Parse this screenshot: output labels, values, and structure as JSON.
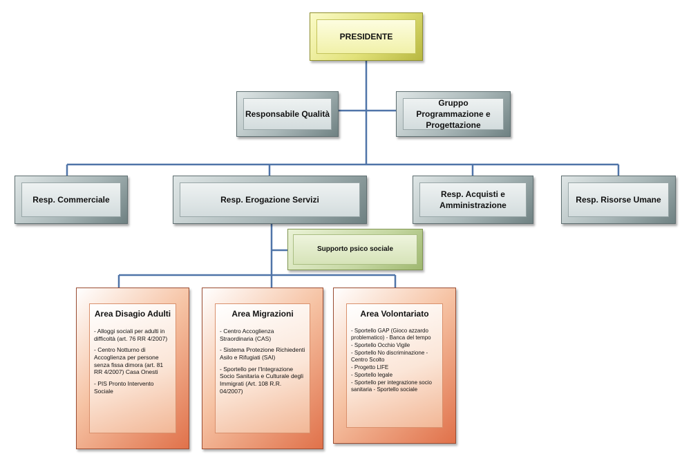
{
  "president": "PRESIDENTE",
  "quality": "Responsabile Qualità",
  "programming": "Gruppo Programmazione e Progettazione",
  "commercial": "Resp. Commerciale",
  "services": "Resp. Erogazione Servizi",
  "purchases": "Resp. Acquisti e Amministrazione",
  "hr": "Resp. Risorse Umane",
  "psycho_support": "Supporto psico sociale",
  "area_adults": {
    "title": "Area Disagio Adulti",
    "items": [
      "- Alloggi sociali per adulti in difficoltà (art. 76 RR 4/2007)",
      "- Centro Notturno di Accoglienza per persone senza fissa dimora (art. 81 RR 4/2007) Casa Onesti",
      "- PIS Pronto Intervento Sociale"
    ]
  },
  "area_migrations": {
    "title": "Area Migrazioni",
    "items": [
      "- Centro Accoglienza Straordinaria (CAS)",
      "- Sistema Protezione Richiedenti Asilo e Rifugiati (SAI)",
      "- Sportello per l'Integrazione Socio Sanitaria e Culturale degli Immigrati (Art. 108 R.R. 04/2007)"
    ]
  },
  "area_volunteering": {
    "title": "Area Volontariato",
    "items": [
      "- Sportello GAP (Gioco azzardo problematico) - Banca del tempo",
      "- Sportello Occhio Vigile",
      "- Sportello No discriminazione - Centro Scolto",
      "- Progetto LIFE",
      "- Sportello legale",
      "- Sportello per integrazione socio sanitaria - Sportello sociale"
    ]
  }
}
